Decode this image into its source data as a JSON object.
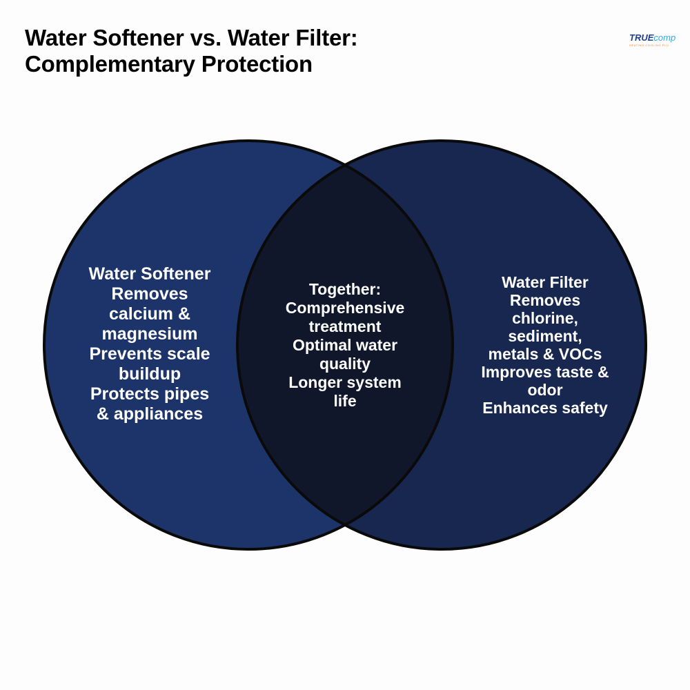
{
  "title": {
    "line1": "Water Softener vs. Water Filter:",
    "line2": "Complementary Protection"
  },
  "logo": {
    "word_primary": "TRUE",
    "word_secondary": "comp",
    "tagline": "HEATING COOLING PLU"
  },
  "colors": {
    "left_circle": "#1c3469",
    "right_circle": "#172750",
    "overlap": "#11172b",
    "outline": "#0a0a0a",
    "text": "#ffffff"
  },
  "venn": {
    "left": {
      "lines": [
        "Water Softener",
        "Removes",
        "calcium &",
        "magnesium",
        "Prevents scale",
        "buildup",
        "Protects pipes",
        "& appliances"
      ]
    },
    "center": {
      "lines": [
        "Together:",
        "Comprehensive",
        "treatment",
        "Optimal water",
        "quality",
        "Longer system",
        "life"
      ]
    },
    "right": {
      "lines": [
        "Water Filter",
        "Removes",
        "chlorine,",
        "sediment,",
        "metals & VOCs",
        "Improves taste &",
        "odor",
        "Enhances safety"
      ]
    }
  }
}
